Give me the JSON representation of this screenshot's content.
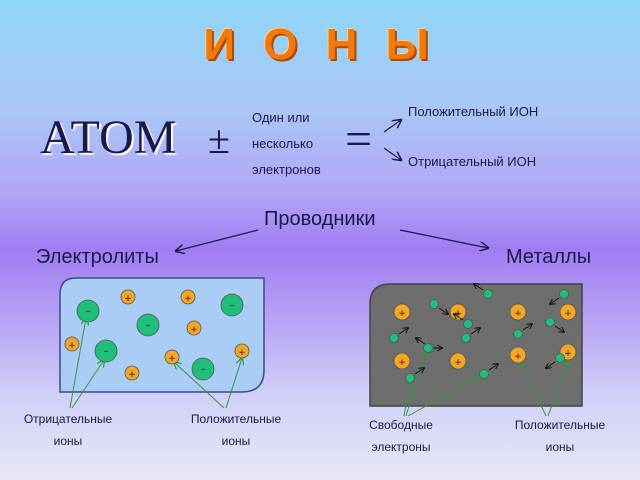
{
  "title": "И О Н Ы",
  "atom": {
    "word": "АТОМ",
    "plus_minus": "±",
    "equals": "=",
    "electrons_lines": [
      "Один  или",
      "несколько",
      "электронов"
    ],
    "positive_ion": "Положительный  ИОН",
    "negative_ion": "Отрицательный  ИОН"
  },
  "conductors": {
    "heading": "Проводники",
    "electrolytes": "Электролиты",
    "metals": "Металлы"
  },
  "electrolyte_box": {
    "positive_sign": "+",
    "negative_sign": "-",
    "negative_label": [
      "Отрицательные",
      "ионы"
    ],
    "positive_label": [
      "Положительные",
      "ионы"
    ]
  },
  "metal_box": {
    "positive_sign": "+",
    "free_electrons_label": [
      "Свободные",
      "электроны"
    ],
    "positive_label": [
      "Положительные",
      "ионы"
    ]
  },
  "colors": {
    "ion_positive": "#f5a623",
    "ion_negative": "#1fbf7a",
    "electron": "#1fbf7a",
    "title": "#f07a10",
    "metal_box": "#6e6e6e",
    "electrolyte_box": "#a9cdf5"
  }
}
